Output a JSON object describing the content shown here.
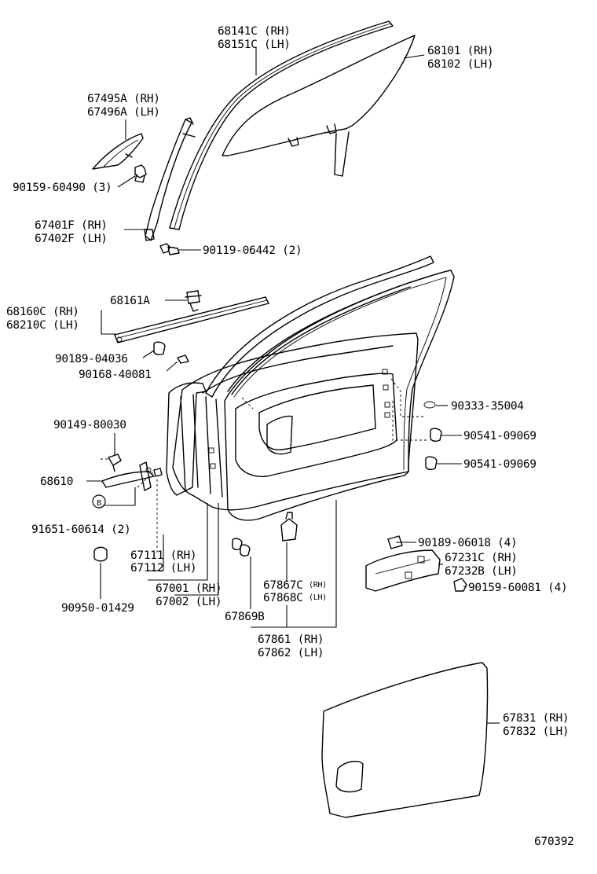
{
  "diagram_id": "670392",
  "labels": {
    "glass_run_rh": "68141C (RH)",
    "glass_run_lh": "68151C (LH)",
    "glass_rh": "68101 (RH)",
    "glass_lh": "68102 (LH)",
    "cover_rh": "67495A (RH)",
    "cover_lh": "67496A (LH)",
    "screw_cover": "90159-60490 (3)",
    "frame_sash_rh": "67401F (RH)",
    "frame_sash_lh": "67402F (LH)",
    "bolt_sash": "90119-06442 (2)",
    "weatherstrip_rh": "68160C (RH)",
    "weatherstrip_lh": "68210C (LH)",
    "weatherstrip_clip": "68161A",
    "clip_1": "90189-04036",
    "clip_2": "90168-40081",
    "plug": "90333-35004",
    "cushion_1": "90541-09069",
    "cushion_2": "90541-09069",
    "bolt_check": "90149-80030",
    "check_assy": "68610",
    "circle_b": "B",
    "bolt_check_2": "91651-60614 (2)",
    "hole_plug": "90950-01429",
    "seal_rh": "67111 (RH)",
    "seal_lh": "67112 (LH)",
    "panel_rh": "67001 (RH)",
    "panel_lh": "67002 (LH)",
    "clip_x": "67867C",
    "clip_x_rh": "(RH)",
    "clip_y": "67868C",
    "clip_y_lh": "(LH)",
    "clip_z": "67869B",
    "door_ws_rh": "67861 (RH)",
    "door_ws_lh": "67862 (LH)",
    "clip_hinge": "90189-06018 (4)",
    "hinge_rh": "67231C (RH)",
    "hinge_lh": "67232B (LH)",
    "screw_hinge": "90159-60081 (4)",
    "trim_rh": "67831 (RH)",
    "trim_lh": "67832 (LH)"
  }
}
